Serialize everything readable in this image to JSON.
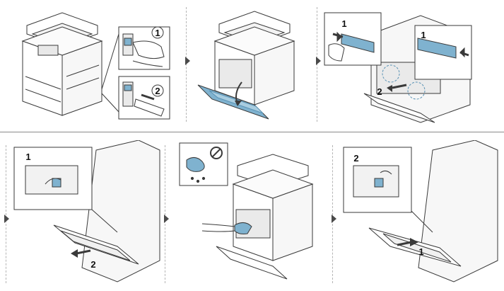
{
  "steps": [
    {
      "callouts": [
        "1",
        "2"
      ],
      "icons": [
        "printer-icon",
        "hand-icon",
        "power-switch-icon",
        "power-cord-icon"
      ]
    },
    {
      "callouts": [],
      "icons": [
        "printer-icon",
        "open-front-door-icon"
      ]
    },
    {
      "callouts": [
        "1",
        "1",
        "2"
      ],
      "icons": [
        "printer-icon",
        "waste-toner-container-icon",
        "hand-icon"
      ]
    },
    {
      "callouts": [
        "1",
        "2"
      ],
      "icons": [
        "printer-icon",
        "lever-icon",
        "slide-out-arrow-icon"
      ]
    },
    {
      "callouts": [],
      "icons": [
        "printer-icon",
        "wet-cloth-icon",
        "no-symbol-icon",
        "cloth-icon"
      ]
    },
    {
      "callouts": [
        "2",
        "1"
      ],
      "icons": [
        "printer-icon",
        "lever-icon",
        "slide-in-arrow-icon"
      ]
    }
  ],
  "colors": {
    "line": "#3a3a3a",
    "accent_blue": "#7fb2cf",
    "accent_blue_dark": "#5a93b5",
    "separator": "#8a8a8a"
  }
}
